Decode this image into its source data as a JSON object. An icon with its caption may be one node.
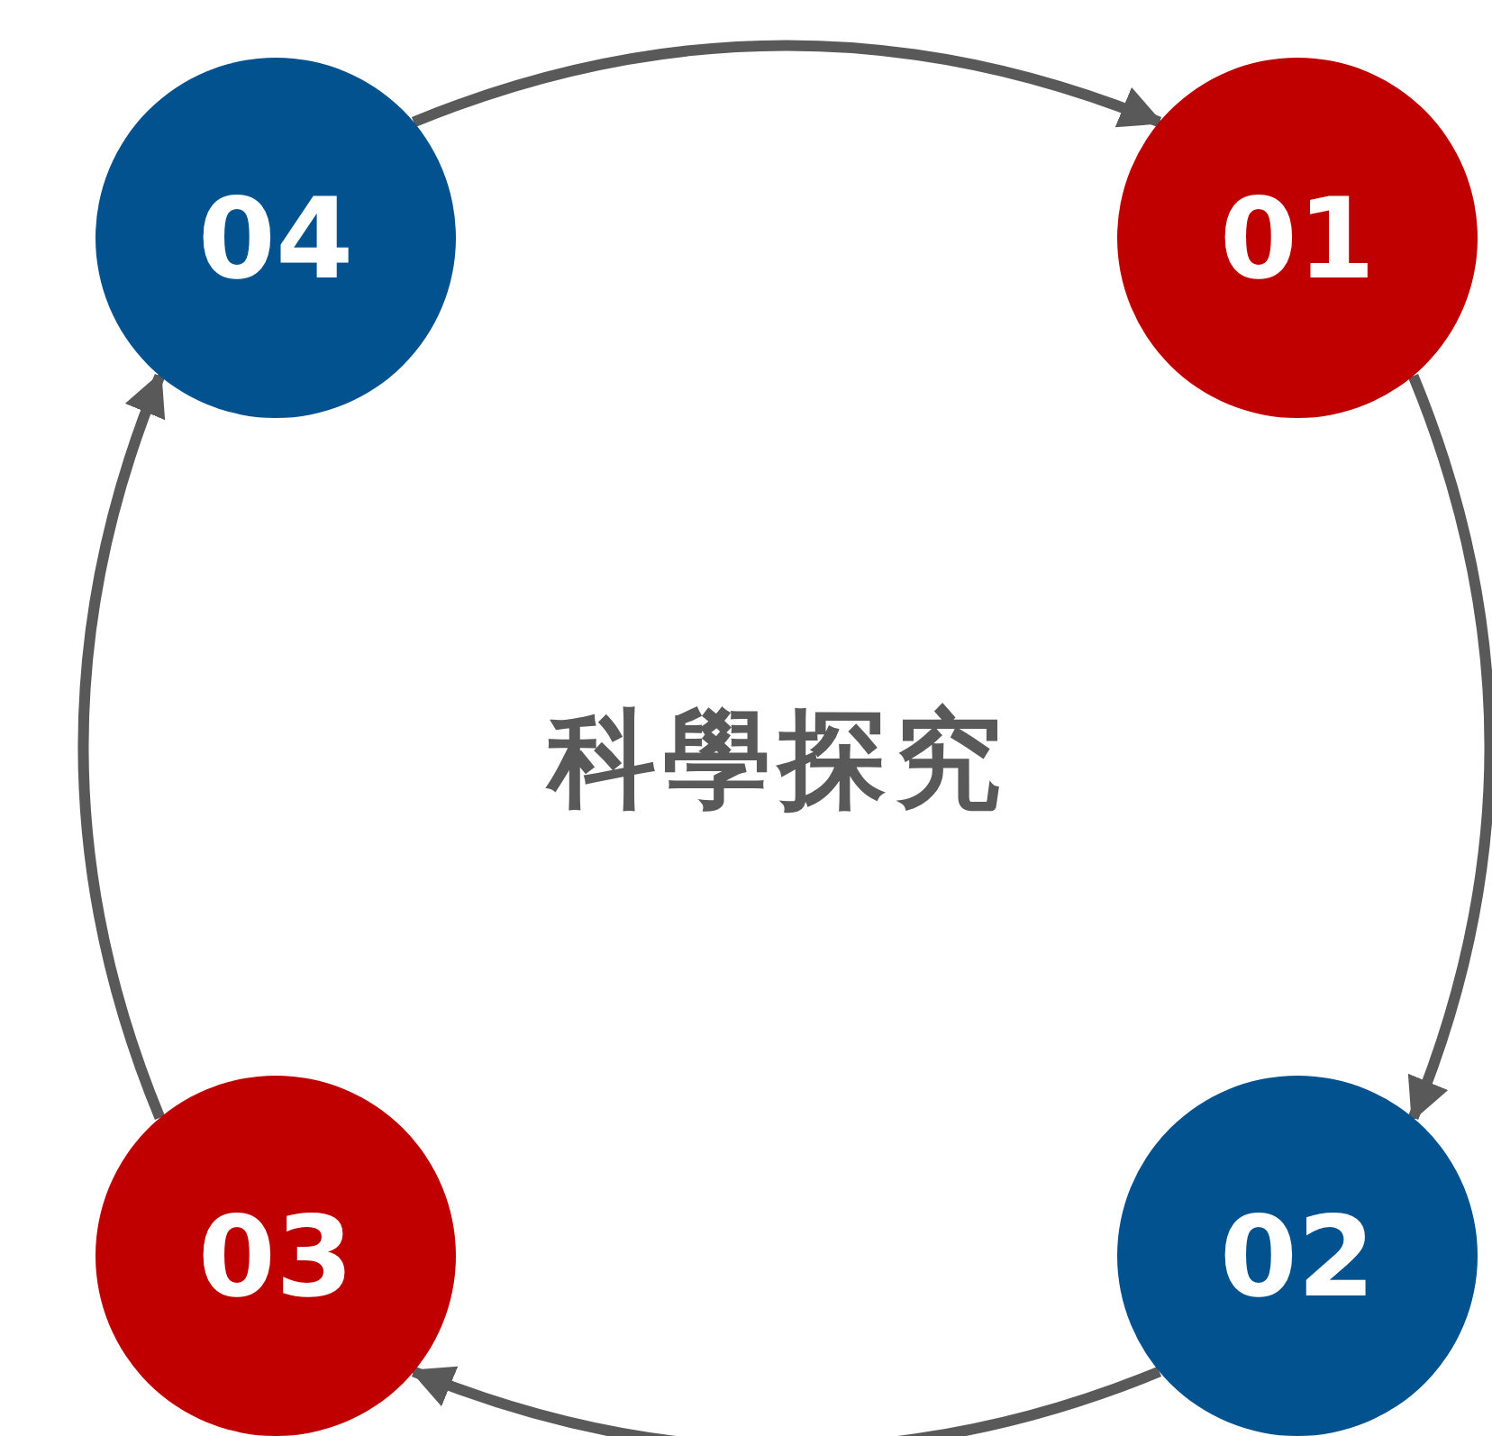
{
  "diagram": {
    "nodes": [
      {
        "text": [
          "04"
        ]
      },
      {
        "text": [
          "01"
        ]
      },
      {
        "text": [
          "03"
        ]
      },
      {
        "text": [
          "02"
        ]
      }
    ],
    "edges": [
      {
        "from": 0,
        "to": 1,
        "arrow": "to"
      },
      {
        "from": 1,
        "to": 3,
        "arrow": "to"
      },
      {
        "from": 3,
        "to": 2,
        "arrow": "to"
      },
      {
        "from": 2,
        "to": 0,
        "arrow": "to"
      }
    ],
    "labels": [
      "科學探究"
    ]
  }
}
